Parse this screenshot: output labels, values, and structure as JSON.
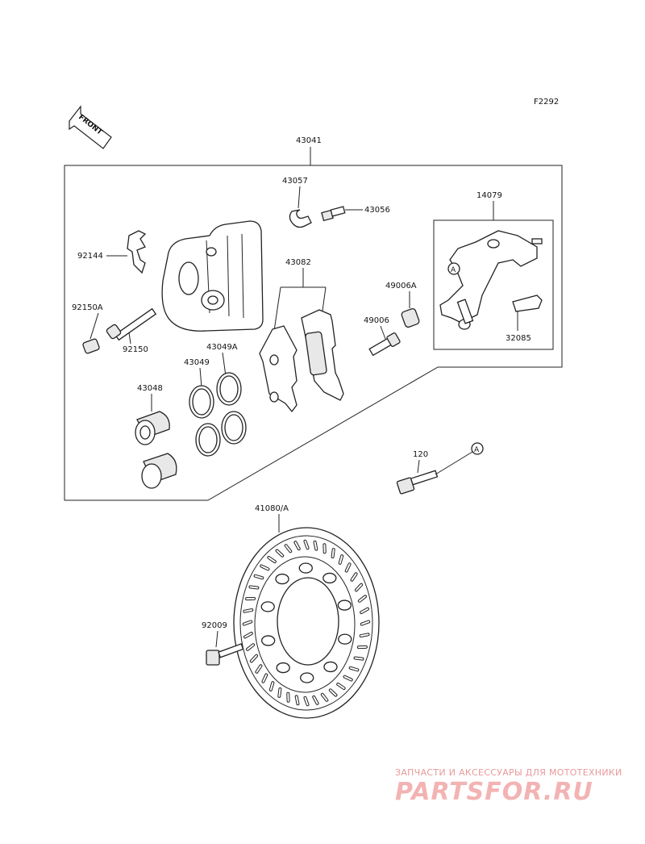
{
  "diagram_code": "F2292",
  "front_label": "FRONT",
  "parts": {
    "caliper_assy": "43041",
    "bleeder_cap": "43057",
    "bleeder_valve": "43056",
    "holder": "14079",
    "pad_spring": "92144",
    "pin_boot_a": "92150A",
    "pin_boot": "92150",
    "pad_set": "43082",
    "boot_a": "49006A",
    "pin": "49006",
    "seal_a": "43049A",
    "seal": "43049",
    "piston": "43048",
    "pad_spring_holder": "32085",
    "bolt": "120",
    "disc": "41080/A",
    "disc_bolt": "92009"
  },
  "ref_marker": "A",
  "watermark": {
    "subtitle": "ЗАПЧАСТИ И АКСЕССУАРЫ ДЛЯ МОТОТЕХНИКИ",
    "logo": "PARTSFOR.RU"
  }
}
